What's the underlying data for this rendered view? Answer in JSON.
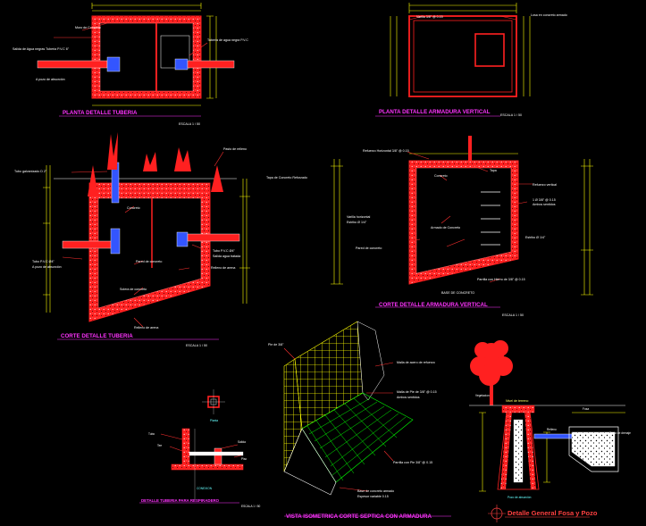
{
  "colors": {
    "background": "#000000",
    "wall": "#ff2020",
    "dimension": "#ffff00",
    "title": "#ff33ff",
    "text": "#ffffff",
    "leader": "#ff3030",
    "mesh": "#ffff00",
    "mesh_floor": "#00ff00",
    "pipe": "#3355ff",
    "vegetation": "#ff2020"
  },
  "views": {
    "plan_piping": {
      "title": "PLANTA DETALLE TUBERIA",
      "scale": "ESCALA 1 / 50",
      "labels": {
        "wall_concrete": "Muro de Concreto",
        "pipe_inlet": "Salida de Agua negras Tuberia P.V.C 6\"",
        "pipe_outlet": "Tuberia de agua negra P.V.C",
        "to_disposal": "A pozo de absorción"
      }
    },
    "plan_rebar": {
      "title": "PLANTA DETALLE ARMADURA VERTICAL",
      "scale": "ESCALA 1 / 50",
      "labels": {
        "rebar_top": "Varilla 3/8\" @ 0.15",
        "slab_note": "Losa en concreto armado"
      }
    },
    "section_piping": {
      "title": "CORTE DETALLE TUBERIA",
      "scale": "ESCALA 1 / 50",
      "labels": {
        "ventilation": "Tubo galvanizado D 2\"",
        "grass": "Pasto de relleno",
        "cover": "Tapa de Concreto Reforzado",
        "concrete": "Concreto",
        "pipe_in": "Tubo P.V.C Ø4\"",
        "to_disposal": "A pozo de absorción",
        "pipe_out": "Tubo P.V.C Ø4\"",
        "pipe_out2": "Salida agua tratada",
        "wall_note": "Pared de concreto",
        "bottom_slope": "Relleno de arena",
        "floor": "Solera de concreto",
        "floor2": "Relleno de arena"
      }
    },
    "section_rebar": {
      "title": "CORTE DETALLE ARMADURA VERTICAL",
      "scale": "ESCALA 1 / 50",
      "labels": {
        "top_rebar": "Refuerzo Horizontal 3/8\" @ 0.15",
        "concrete": "Concreto",
        "cover": "Tapa",
        "rebar_vertical": "Refuerzo vertical",
        "rebar_detail": "1 Ø 3/8\" @ 0.15",
        "rebar_detail2": "Ambos sentidos",
        "stirrup": "Varilla horizontal",
        "stirrup2": "Estribo Ø 1/4\"",
        "interior": "Armado de Concreto",
        "wall_note": "Pared de concreto",
        "bottom": "Parrilla con Hierro de 3/8\" @ 0.15",
        "base": "BASE DE CONCRETO"
      }
    },
    "iso_rebar": {
      "title": "VISTA ISOMETRICA CORTE SEPTICA CON ARMADURA",
      "labels": {
        "pipe_top": "Pie de 3/8\"",
        "mesh_wall": "Malla de acero de refuerzo",
        "mesh_rebar": "Malla de Pie de 3/8\" @ 0.15",
        "mesh_rebar2": "Ambos sentidos",
        "floor_mesh": "Parrilla con Pie 3/8\" @ 0.15",
        "base_note": "Base de concreto armado",
        "base_note2": "Espesor variable 0.15"
      }
    },
    "connection_detail": {
      "title": "DETALLE TUBERIA PARA RESPIRADERO",
      "scale": "ESCALA 1 / 50",
      "labels": {
        "top": "Planta",
        "pipe": "Tubo",
        "tee": "Tee",
        "outlet": "Salida",
        "floor": "Piso",
        "base": "CONEXION"
      }
    },
    "well_detail": {
      "title": "Detalle General Fosa y Pozo",
      "labels": {
        "tree": "Vegetacion",
        "soil": "Relleno",
        "trench": "Zanja de drenaje",
        "ground": "Nivel de terreno",
        "well": "Pozo de absorción",
        "pit": "Fosa"
      }
    }
  }
}
